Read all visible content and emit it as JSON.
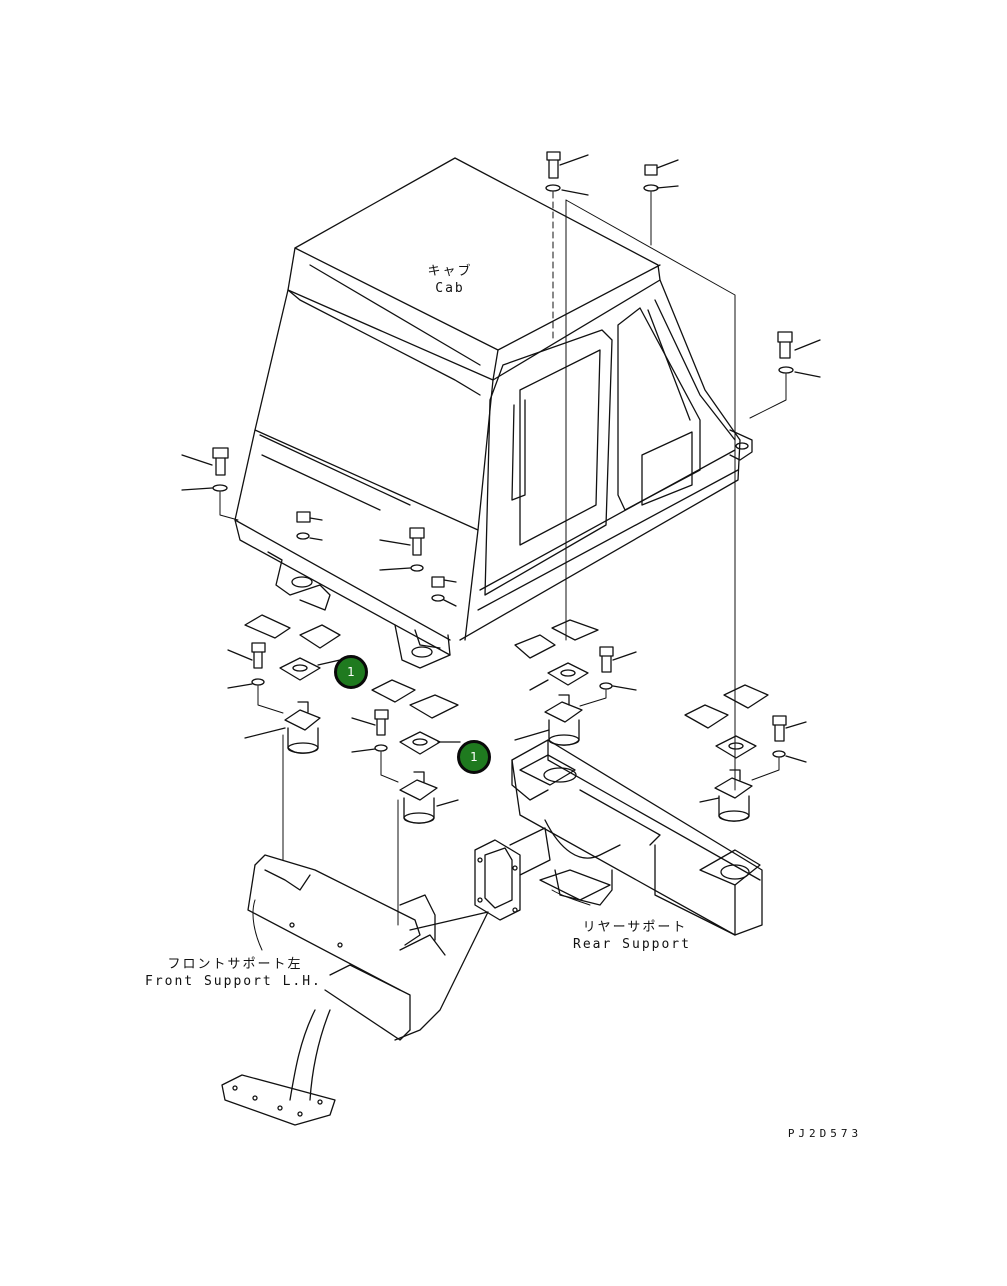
{
  "labels": {
    "cab_jp": "キャブ",
    "cab_en": "Cab",
    "rear_jp": "リヤーサポート",
    "rear_en": "Rear Support",
    "front_jp": "フロントサポート左",
    "front_en": "Front Support L.H.",
    "drawing_code": "PJ2D573"
  },
  "callouts": [
    {
      "number": "1"
    },
    {
      "number": "1"
    }
  ],
  "colors": {
    "line": "#111111",
    "callout_fill": "#1f7a1f",
    "callout_border": "#0a0a0a",
    "background": "#ffffff"
  }
}
